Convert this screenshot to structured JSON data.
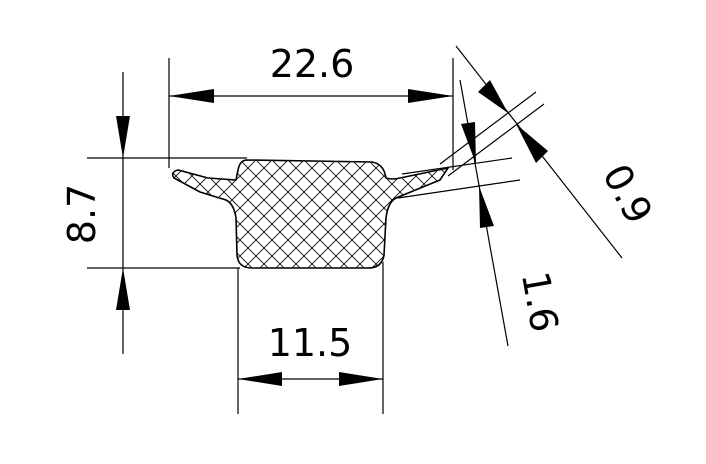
{
  "dimensions": {
    "top_width": "22.6",
    "bottom_width": "11.5",
    "height": "8.7",
    "lip_thickness": "0.9",
    "lip_span": "1.6"
  },
  "colors": {
    "line": "#000000",
    "background": "#ffffff"
  }
}
